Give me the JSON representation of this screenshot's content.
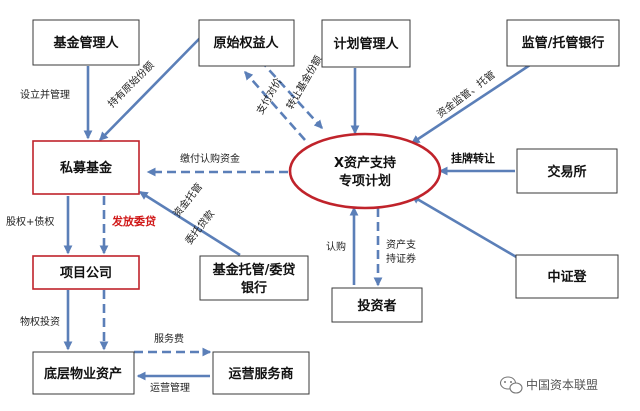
{
  "diagram": {
    "nodes": {
      "fund_manager": "基金管理人",
      "original_owner": "原始权益人",
      "plan_manager": "计划管理人",
      "supervisor_bank": "监管/托管银行",
      "private_fund": "私募基金",
      "sp_plan_line1": "X资产支持",
      "sp_plan_line2": "专项计划",
      "exchange": "交易所",
      "project_company": "项目公司",
      "custodian_line1": "基金托管/委贷",
      "custodian_line2": "银行",
      "investor": "投资者",
      "csdc": "中证登",
      "property_assets": "底层物业资产",
      "operator": "运营服务商"
    },
    "labels": {
      "setup_manage": "设立并管理",
      "hold_original_share": "持有原始份额",
      "pay_consideration": "支付对价",
      "transfer_share": "转让基金份额",
      "fund_supervision": "资金监管、托管",
      "pay_subscription": "缴付认购资金",
      "listing_transfer": "挂牌转让",
      "fund_custody": "资金托管",
      "entrusted_loan": "委托贷款",
      "equity_debt": "股权+债权",
      "issue_loan": "发放委贷",
      "subscribe": "认购",
      "abs_securities_1": "资产支",
      "abs_securities_2": "持证券",
      "property_investment": "物权投资",
      "service_fee": "服务费",
      "operation_management": "运营管理"
    }
  },
  "watermark": {
    "text": "中国资本联盟",
    "icon": "wechat-icon"
  }
}
